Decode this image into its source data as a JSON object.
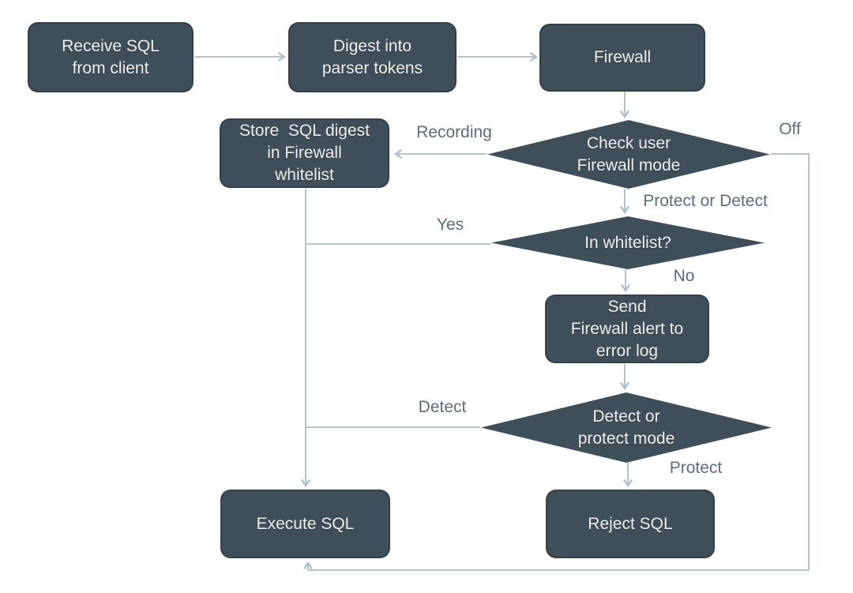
{
  "diagram": {
    "description": "SQL Firewall processing flowchart",
    "colors": {
      "background": "#ffffff",
      "node_fill": "#3e4f59",
      "node_text": "#f2efe9",
      "connector": "#a9bfca",
      "label_text": "#5c6e7b"
    },
    "nodes": {
      "receive_sql": {
        "label": "Receive SQL\nfrom client"
      },
      "digest": {
        "label": "Digest into\nparser tokens"
      },
      "firewall": {
        "label": "Firewall"
      },
      "check_mode": {
        "label": "Check user\nFirewall mode"
      },
      "store_digest": {
        "label": "Store  SQL digest\nin Firewall\nwhitelist"
      },
      "in_whitelist": {
        "label": "In whitelist?"
      },
      "send_alert": {
        "label": "Send\nFirewall alert to\nerror log"
      },
      "detect_or_protect": {
        "label": "Detect or\nprotect mode"
      },
      "execute_sql": {
        "label": "Execute SQL"
      },
      "reject_sql": {
        "label": "Reject SQL"
      }
    },
    "edge_labels": {
      "recording": "Recording",
      "off": "Off",
      "protect_or_detect": "Protect or Detect",
      "yes": "Yes",
      "no": "No",
      "detect": "Detect",
      "protect": "Protect"
    }
  }
}
